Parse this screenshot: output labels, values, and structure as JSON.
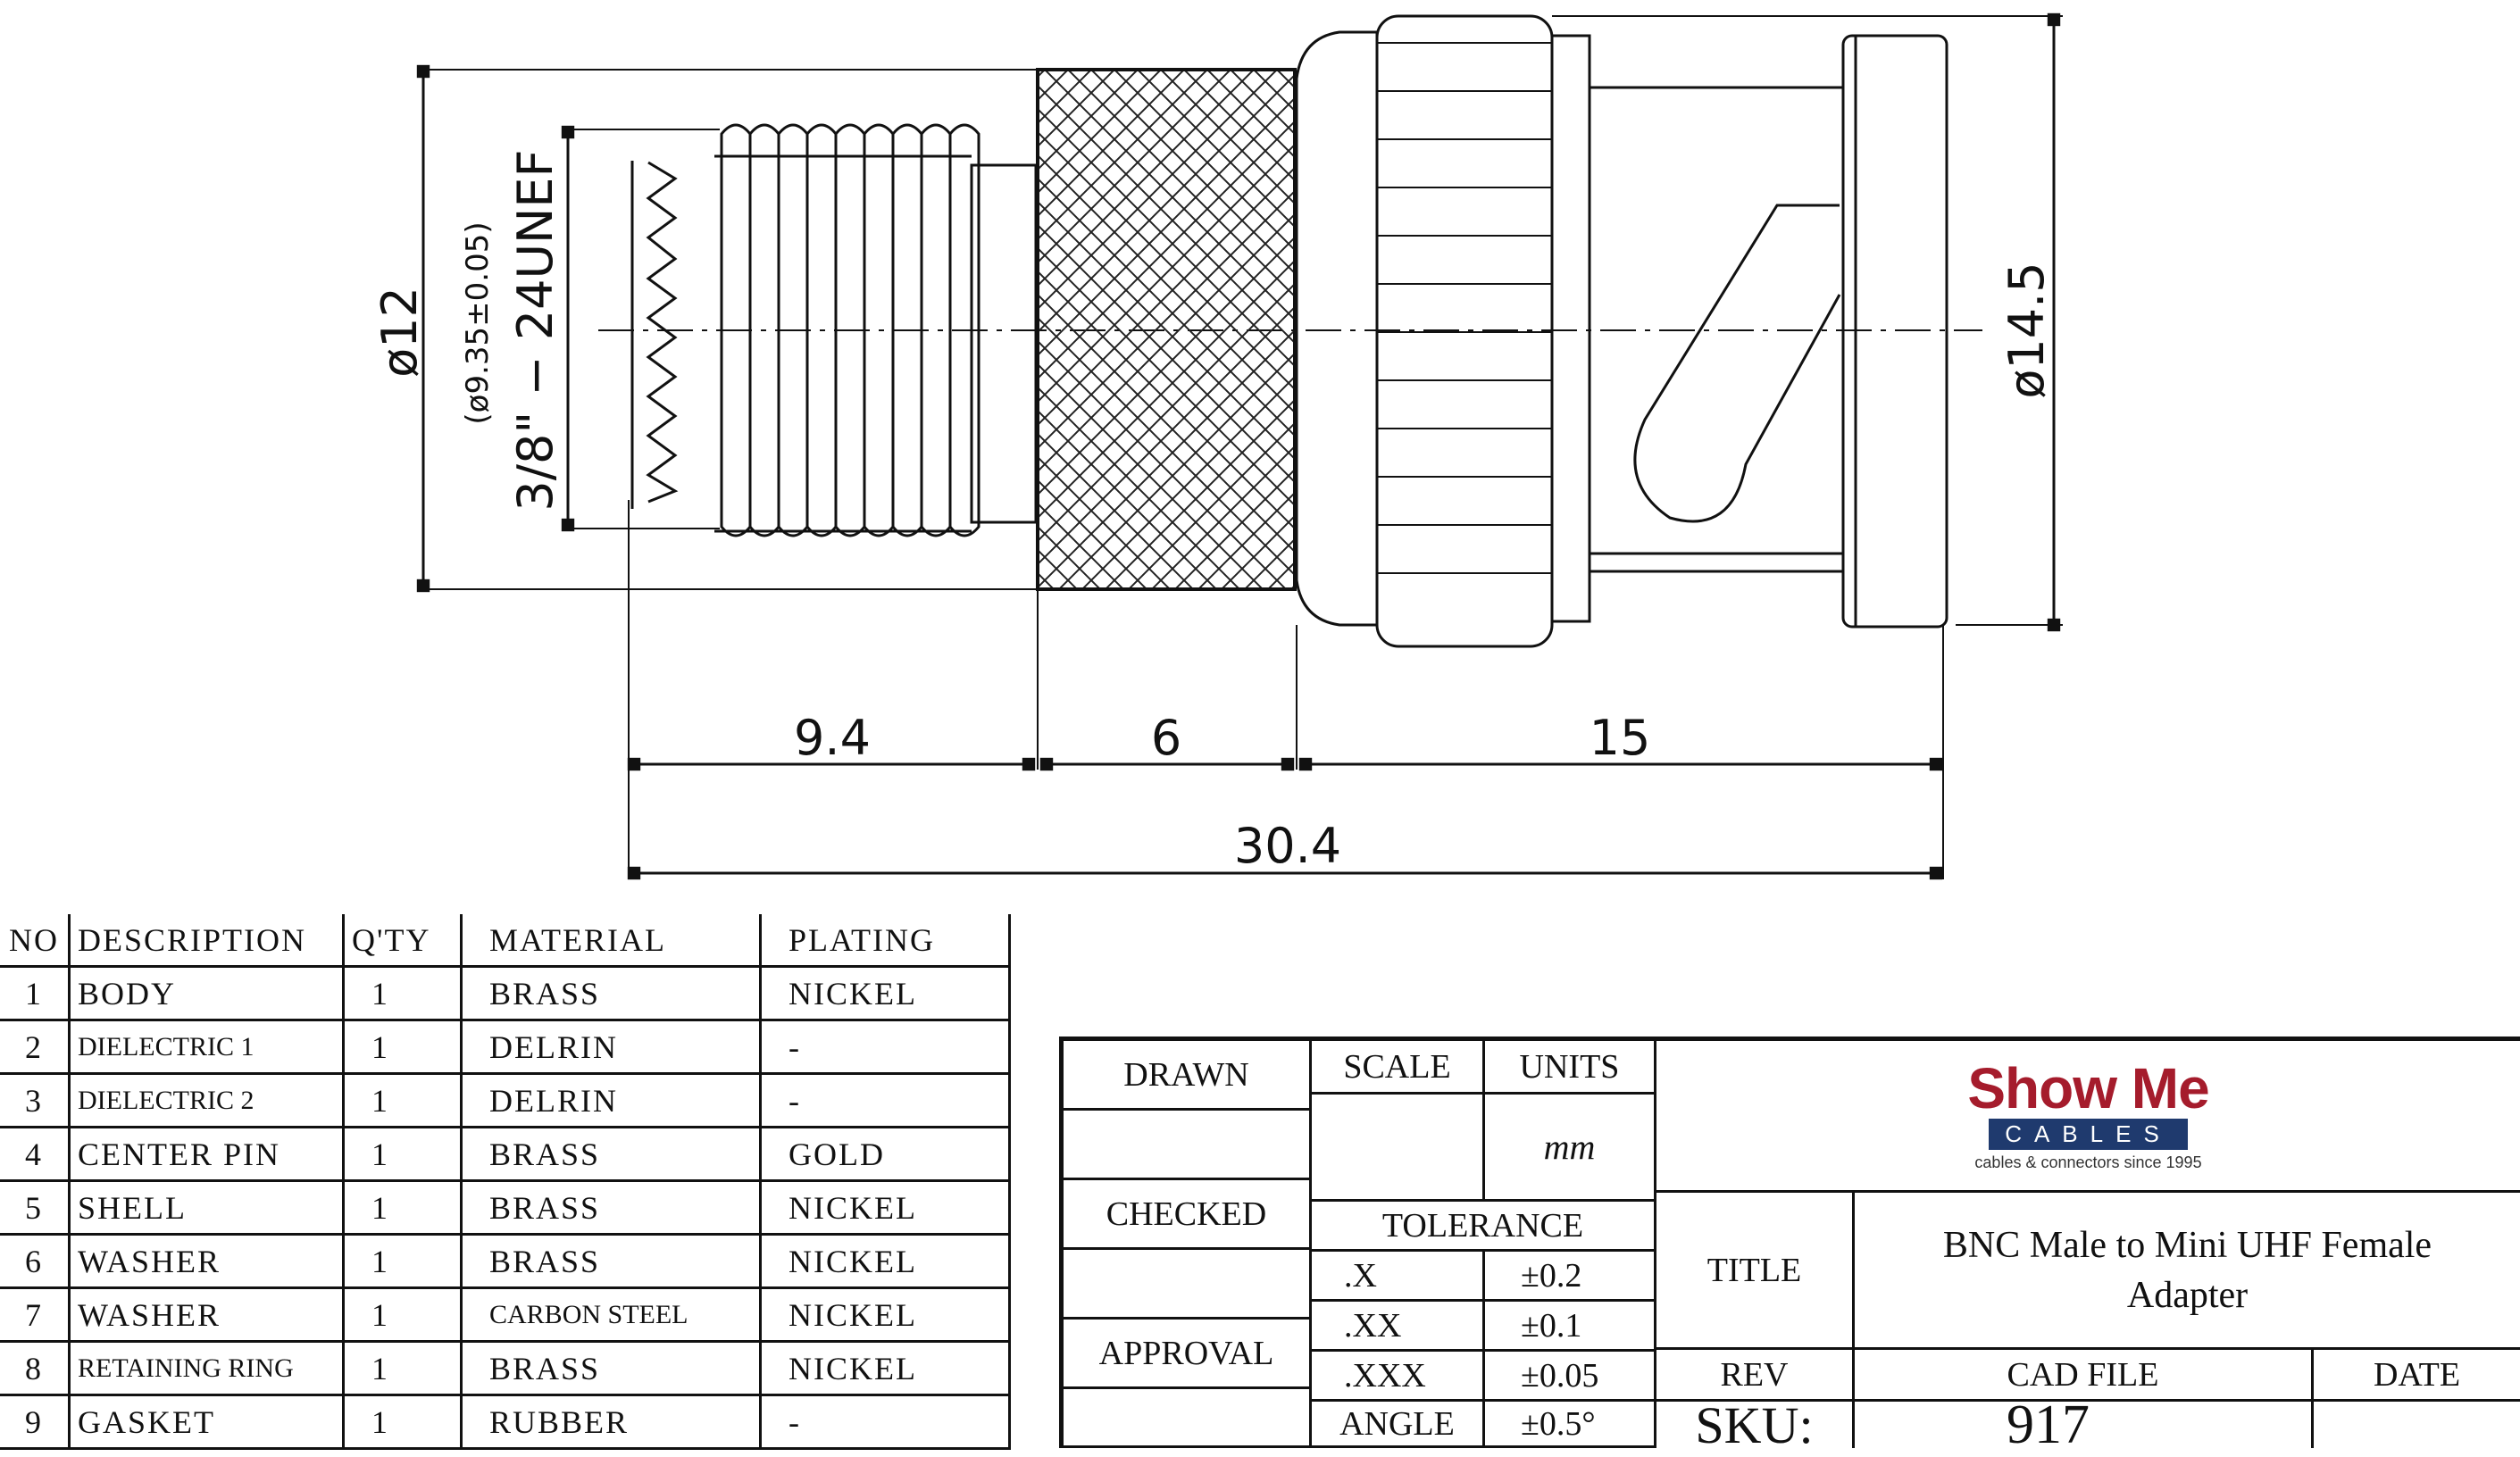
{
  "dimensions": {
    "dia_left": "ø12",
    "thread_sub": "(ø9.35±0.05)",
    "thread": "3/8\" − 24UNEF",
    "dia_right": "ø14.5",
    "len_a": "9.4",
    "len_b": "6",
    "len_c": "15",
    "len_total": "30.4"
  },
  "parts_table": {
    "headers": [
      "NO",
      "DESCRIPTION",
      "Q'TY",
      "MATERIAL",
      "PLATING"
    ],
    "rows": [
      {
        "no": "1",
        "desc": "BODY",
        "qty": "1",
        "material": "BRASS",
        "plating": "NICKEL"
      },
      {
        "no": "2",
        "desc": "DIELECTRIC 1",
        "qty": "1",
        "material": "DELRIN",
        "plating": "-"
      },
      {
        "no": "3",
        "desc": "DIELECTRIC 2",
        "qty": "1",
        "material": "DELRIN",
        "plating": "-"
      },
      {
        "no": "4",
        "desc": "CENTER PIN",
        "qty": "1",
        "material": "BRASS",
        "plating": "GOLD"
      },
      {
        "no": "5",
        "desc": "SHELL",
        "qty": "1",
        "material": "BRASS",
        "plating": "NICKEL"
      },
      {
        "no": "6",
        "desc": "WASHER",
        "qty": "1",
        "material": "BRASS",
        "plating": "NICKEL"
      },
      {
        "no": "7",
        "desc": "WASHER",
        "qty": "1",
        "material": "CARBON STEEL",
        "plating": "NICKEL"
      },
      {
        "no": "8",
        "desc": "RETAINING RING",
        "qty": "1",
        "material": "BRASS",
        "plating": "NICKEL"
      },
      {
        "no": "9",
        "desc": "GASKET",
        "qty": "1",
        "material": "RUBBER",
        "plating": "-"
      }
    ]
  },
  "title_block": {
    "drawn": "DRAWN",
    "checked": "CHECKED",
    "approval": "APPROVAL",
    "scale": "SCALE",
    "units": "UNITS",
    "units_value": "mm",
    "tolerance": "TOLERANCE",
    "tol_rows": [
      {
        "label": ".X",
        "value": "±0.2"
      },
      {
        "label": ".XX",
        "value": "±0.1"
      },
      {
        "label": ".XXX",
        "value": "±0.05"
      },
      {
        "label": "ANGLE",
        "value": "±0.5°"
      }
    ],
    "title_label": "TITLE",
    "title": "BNC Male to Mini UHF Female Adapter",
    "rev": "REV",
    "cad_file": "CAD FILE",
    "date": "DATE",
    "sku_label": "SKU:",
    "sku": "917",
    "logo_main": "Show Me",
    "logo_band": "CABLES",
    "logo_tag": "cables & connectors since 1995"
  },
  "colors": {
    "logo_red": "#a51c2c",
    "logo_blue": "#1f3a6e"
  }
}
